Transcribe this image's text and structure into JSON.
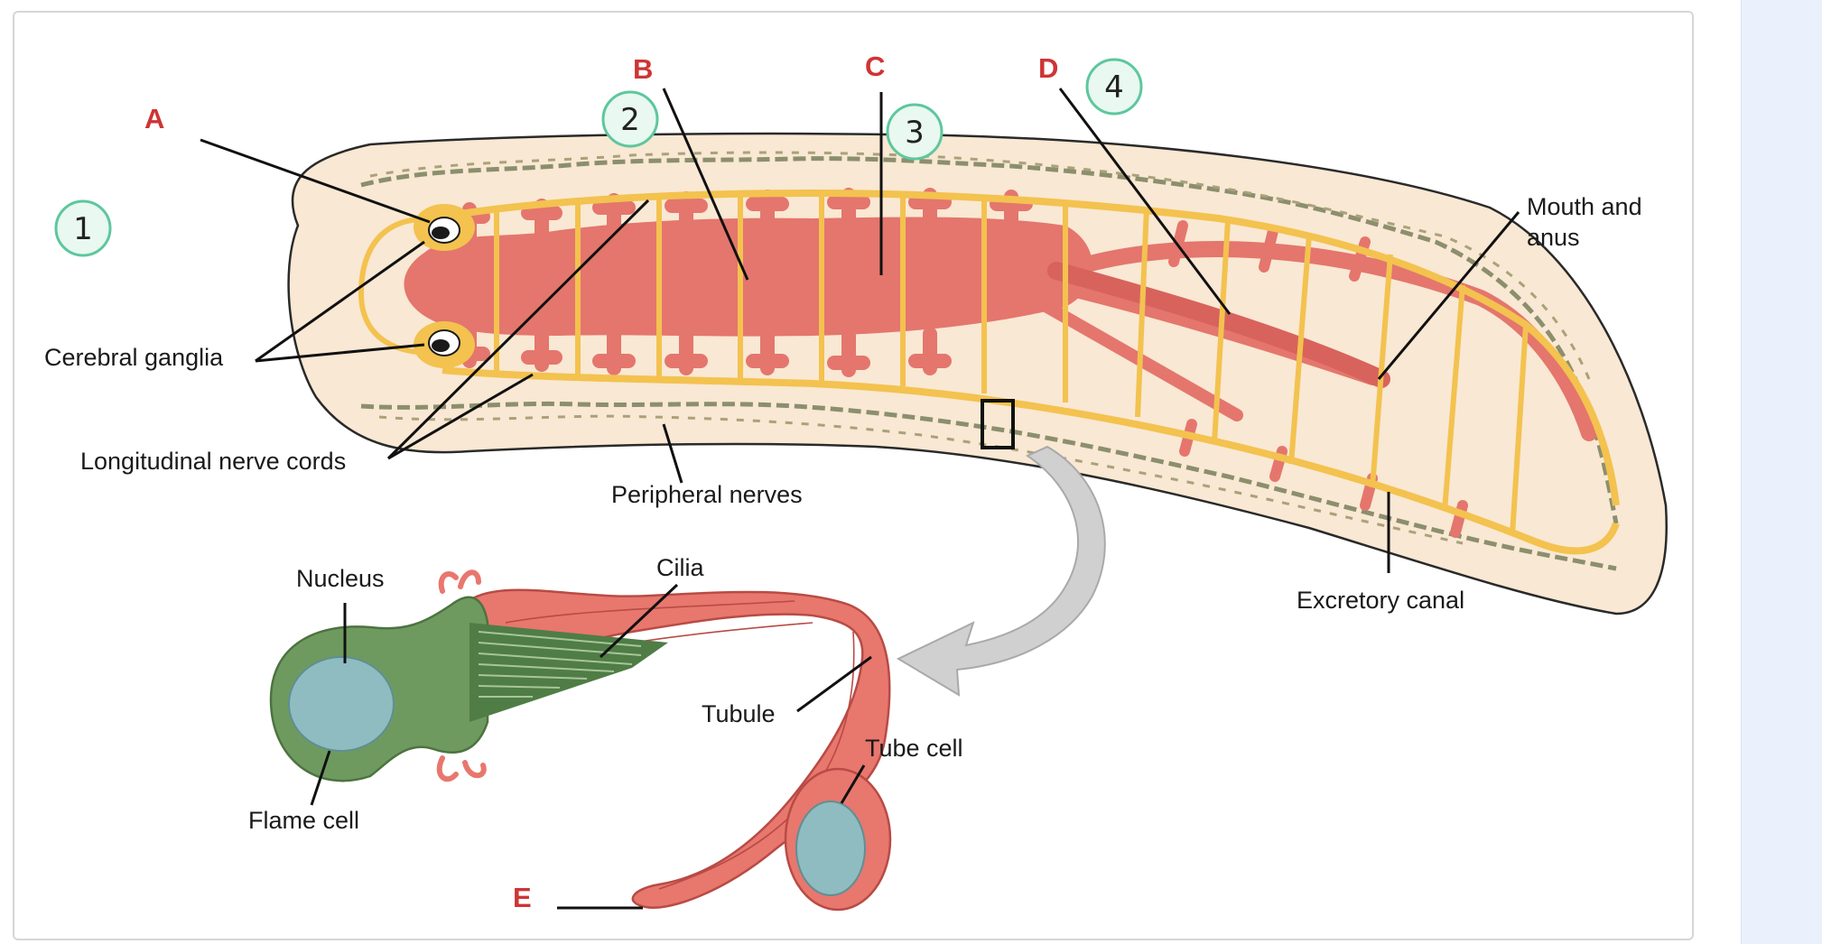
{
  "colors": {
    "body_fill": "#f9e8d3",
    "gut": "#e4766d",
    "nerve": "#f3c24f",
    "flame_cell": "#6f9a5f",
    "nucleus": "#8fbcc0",
    "marker_ring": "#5dc79d",
    "marker_fill": "#e9f8f0",
    "letter_red": "#cf3434",
    "panel_bg": "#eaf1fd"
  },
  "letters": {
    "a": "A",
    "b": "B",
    "c": "C",
    "d": "D",
    "e": "E"
  },
  "markers": {
    "m1": "1",
    "m2": "2",
    "m3": "3",
    "m4": "4"
  },
  "labels": {
    "cerebral_ganglia": "Cerebral ganglia",
    "longitudinal_nerve_cords": "Longitudinal nerve cords",
    "peripheral_nerves": "Peripheral nerves",
    "mouth_anus_1": "Mouth and",
    "mouth_anus_2": "anus",
    "excretory_canal": "Excretory canal",
    "nucleus": "Nucleus",
    "cilia": "Cilia",
    "tubule": "Tubule",
    "tube_cell": "Tube cell",
    "flame_cell": "Flame cell"
  }
}
